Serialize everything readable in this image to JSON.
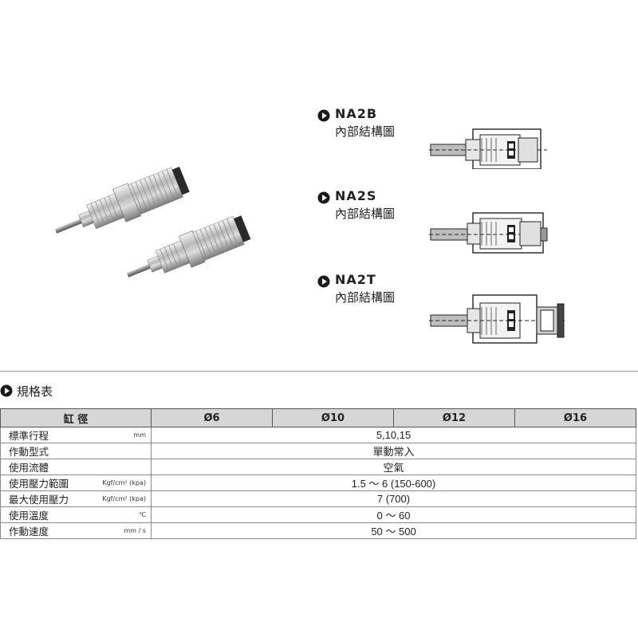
{
  "photo": {
    "subject": "product-photo-two-cylinders"
  },
  "variants": [
    {
      "model": "NA2B",
      "caption": "內部結構圖"
    },
    {
      "model": "NA2S",
      "caption": "內部結構圖"
    },
    {
      "model": "NA2T",
      "caption": "內部結構圖"
    }
  ],
  "spec": {
    "heading": "規格表",
    "header": {
      "first": "缸  徑",
      "bores": [
        "Ø6",
        "Ø10",
        "Ø12",
        "Ø16"
      ]
    },
    "rows": [
      {
        "param": "標準行程",
        "unit": "mm",
        "value": "5,10,15"
      },
      {
        "param": "作動型式",
        "unit": "",
        "value": "單動常入"
      },
      {
        "param": "使用流體",
        "unit": "",
        "value": "空氣"
      },
      {
        "param": "使用壓力範圍",
        "unit": "Kgf/cm² (kpa)",
        "value": "1.5 ～ 6 (150-600)"
      },
      {
        "param": "最大使用壓力",
        "unit": "Kgf/cm² (kpa)",
        "value": "7 (700)"
      },
      {
        "param": "使用溫度",
        "unit": "℃",
        "value": "0 ～ 60"
      },
      {
        "param": "作動速度",
        "unit": "mm / s",
        "value": "50 ～ 500"
      }
    ]
  },
  "colors": {
    "header_bg": "#d6d6d6",
    "bullet": "#1a1a1a"
  }
}
